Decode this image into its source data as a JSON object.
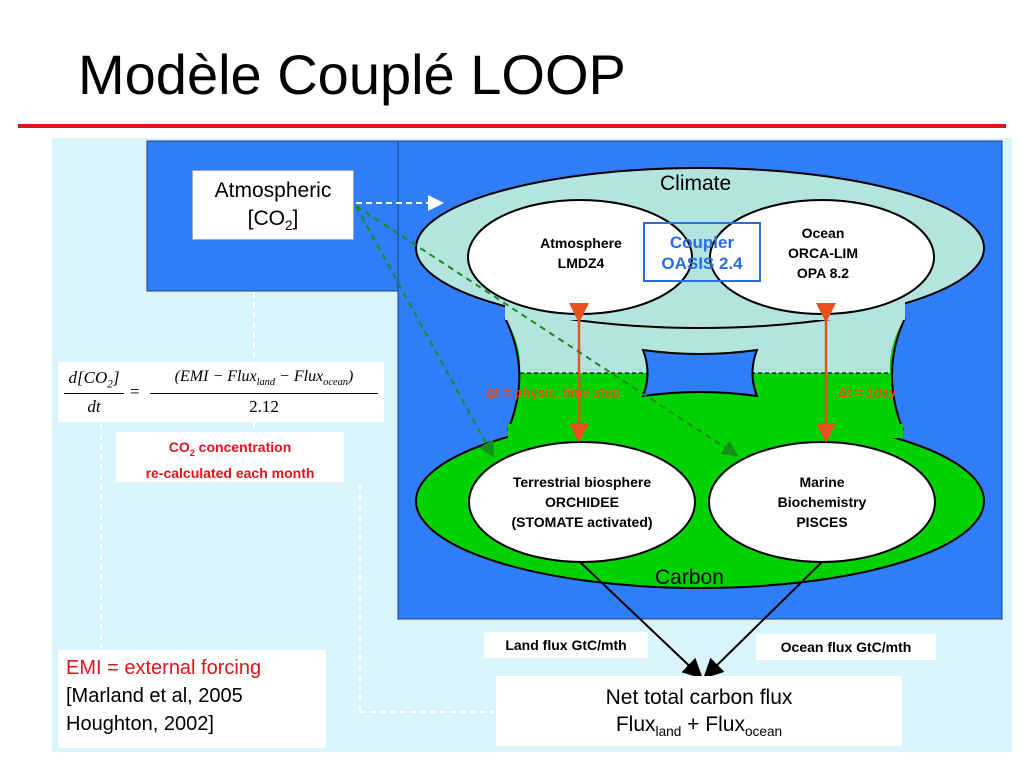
{
  "slide": {
    "title": "Modèle Couplé LOOP"
  },
  "colors": {
    "title_rule": "#e0141e",
    "background_panel": "#d9f4fa",
    "blue_region": "#2f7ef7",
    "climate_fill": "#b3e4e0",
    "carbon_fill": "#00d100",
    "accent_red": "#e8501e",
    "coupler_blue": "#2a6de0"
  },
  "atmospheric_box": {
    "line1": "Atmospheric",
    "line2_prefix": "[CO",
    "line2_sub": "2",
    "line2_suffix": "]"
  },
  "regions": {
    "climate": "Climate",
    "carbon": "Carbon"
  },
  "components": {
    "atmosphere": {
      "name": "Atmosphere",
      "model": "LMDZ4"
    },
    "ocean": {
      "name": "Ocean",
      "model1": "ORCA-LIM",
      "model2": "OPA 8.2"
    },
    "coupler": {
      "name": "Coupler",
      "model": "OASIS 2.4"
    },
    "terrestrial": {
      "name": "Terrestrial biosphere",
      "model": "ORCHIDEE",
      "note": "(STOMATE activated)"
    },
    "marine": {
      "name": "Marine",
      "name2": "Biochemistry",
      "model": "PISCES"
    }
  },
  "timesteps": {
    "land": "Δt = physic. time step",
    "ocean": "Δt = 1day"
  },
  "equation": {
    "lhs_num_d": "d",
    "lhs_num_co2": "CO",
    "lhs_num_sub": "2",
    "lhs_den": "dt",
    "equals": "=",
    "rhs_num_emi": "EMI",
    "rhs_num_minus1": "−",
    "rhs_num_flux1": "Flux",
    "rhs_num_flux1_sub": "land",
    "rhs_num_minus2": "−",
    "rhs_num_flux2": "Flux",
    "rhs_num_flux2_sub": "ocean",
    "rhs_den": "2.12"
  },
  "co2_note": {
    "line1_prefix": "CO",
    "line1_sub": "2",
    "line1_suffix": " concentration",
    "line2": "re-calculated each month"
  },
  "flux_labels": {
    "land": "Land flux GtC/mth",
    "ocean": "Ocean flux GtC/mth"
  },
  "net_flux": {
    "line1": "Net total carbon flux",
    "line2_flux1": "Flux",
    "line2_sub1": "land",
    "line2_plus": " + ",
    "line2_flux2": "Flux",
    "line2_sub2": "ocean"
  },
  "emi_box": {
    "line1": "EMI = external forcing",
    "line2": "[Marland et al, 2005",
    "line3": "Houghton, 2002]"
  }
}
